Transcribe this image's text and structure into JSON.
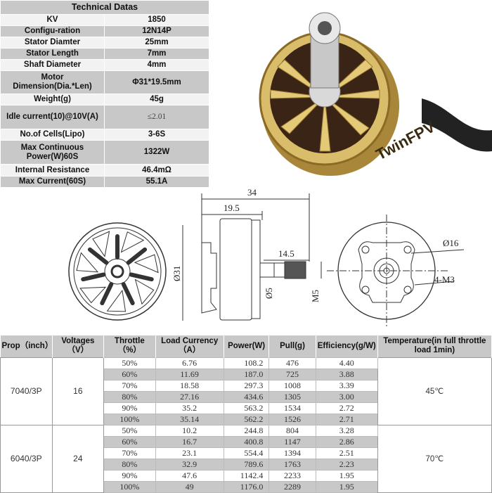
{
  "tech": {
    "title": "Technical Datas",
    "rows": [
      {
        "label": "KV",
        "value": "1850"
      },
      {
        "label": "Configu-ration",
        "value": "12N14P"
      },
      {
        "label": "Stator Diamter",
        "value": "25mm"
      },
      {
        "label": "Stator Length",
        "value": "7mm"
      },
      {
        "label": "Shaft Diameter",
        "value": "4mm"
      },
      {
        "label": "Motor Dimension(Dia.*Len)",
        "value": "Φ31*19.5mm"
      },
      {
        "label": "Weight(g)",
        "value": "45g"
      },
      {
        "label": "Idle current(10)@10V(A)",
        "value": "≤2.01"
      },
      {
        "label": "No.of Cells(Lipo)",
        "value": "3-6S"
      },
      {
        "label": "Max Continuous Power(W)60S",
        "value": "1322W"
      },
      {
        "label": "Internal Resistance",
        "value": "46.4mΩ"
      },
      {
        "label": "Max Current(60S)",
        "value": "55.1A"
      }
    ]
  },
  "photo": {
    "logo": "TwinFPV",
    "gold": "#c9a94e"
  },
  "drawing": {
    "d34": "34",
    "d19_5": "19.5",
    "d14_5": "14.5",
    "d31": "Ø31",
    "d5": "Ø5",
    "m5": "M5",
    "d16": "Ø16",
    "m3": "4-M3"
  },
  "perf": {
    "headers": [
      "Prop（inch）",
      "Voltages（V）",
      "Throttle（%）",
      "Load Currency（A）",
      "Power(W)",
      "Pull(g)",
      "Efficiency(g/W)",
      "Temperature(in full throttle load 1min)"
    ],
    "groups": [
      {
        "prop": "7040/3P",
        "voltage": "16",
        "temp": "45℃",
        "rows": [
          [
            "50%",
            "6.76",
            "108.2",
            "476",
            "4.40"
          ],
          [
            "60%",
            "11.69",
            "187.0",
            "725",
            "3.88"
          ],
          [
            "70%",
            "18.58",
            "297.3",
            "1008",
            "3.39"
          ],
          [
            "80%",
            "27.16",
            "434.6",
            "1305",
            "3.00"
          ],
          [
            "90%",
            "35.2",
            "563.2",
            "1534",
            "2.72"
          ],
          [
            "100%",
            "35.14",
            "562.2",
            "1526",
            "2.71"
          ]
        ]
      },
      {
        "prop": "6040/3P",
        "voltage": "24",
        "temp": "70℃",
        "rows": [
          [
            "50%",
            "10.2",
            "244.8",
            "804",
            "3.28"
          ],
          [
            "60%",
            "16.7",
            "400.8",
            "1147",
            "2.86"
          ],
          [
            "70%",
            "23.1",
            "554.4",
            "1394",
            "2.51"
          ],
          [
            "80%",
            "32.9",
            "789.6",
            "1763",
            "2.23"
          ],
          [
            "90%",
            "47.6",
            "1142.4",
            "2233",
            "1.95"
          ],
          [
            "100%",
            "49",
            "1176.0",
            "2289",
            "1.95"
          ]
        ]
      }
    ]
  }
}
